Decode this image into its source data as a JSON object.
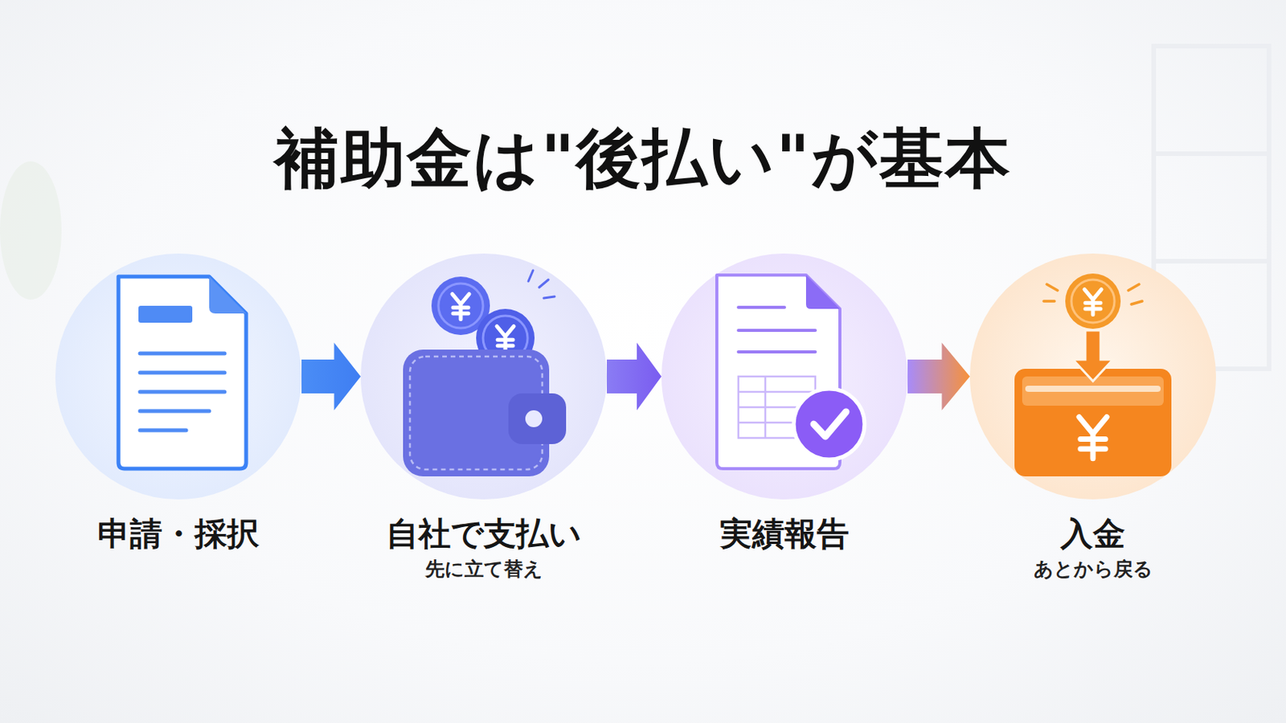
{
  "diagram": {
    "title": "補助金は\"後払い\"が基本",
    "nodes": [
      {
        "text": [
          "申請・採択"
        ]
      },
      {
        "text": [
          "自社で支払い",
          "先に立て替え"
        ]
      },
      {
        "text": [
          "実績報告"
        ]
      },
      {
        "text": [
          "入金",
          "あとから戻る"
        ]
      }
    ],
    "edges": [
      {
        "from": 0,
        "to": 1,
        "arrow": "to"
      },
      {
        "from": 1,
        "to": 2,
        "arrow": "to"
      },
      {
        "from": 2,
        "to": 3,
        "arrow": "to"
      }
    ]
  }
}
